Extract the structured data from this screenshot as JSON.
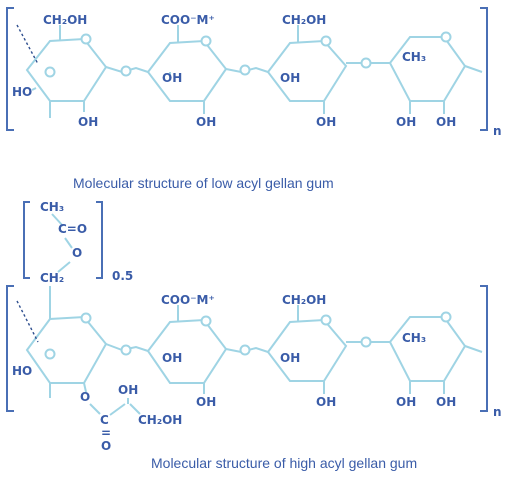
{
  "captions": {
    "low": "Molecular structure of low acyl gellan gum",
    "high": "Molecular structure of high acyl gellan gum"
  },
  "labels": {
    "ch2oh": "CH₂OH",
    "coo_m": "COO⁻M⁺",
    "ch3": "CH₃",
    "oh": "OH",
    "ho": "HO",
    "n": "n",
    "c_eq_o": "C=O",
    "o": "O",
    "ch3_acetyl": "CH₃",
    "ch2_acetyl": "CH₂",
    "subscript_05": "0.5",
    "c": "C",
    "eq": "="
  },
  "colors": {
    "bond": "#9fd4e4",
    "text": "#3a5ca8",
    "bracket": "#4a6fb5"
  }
}
